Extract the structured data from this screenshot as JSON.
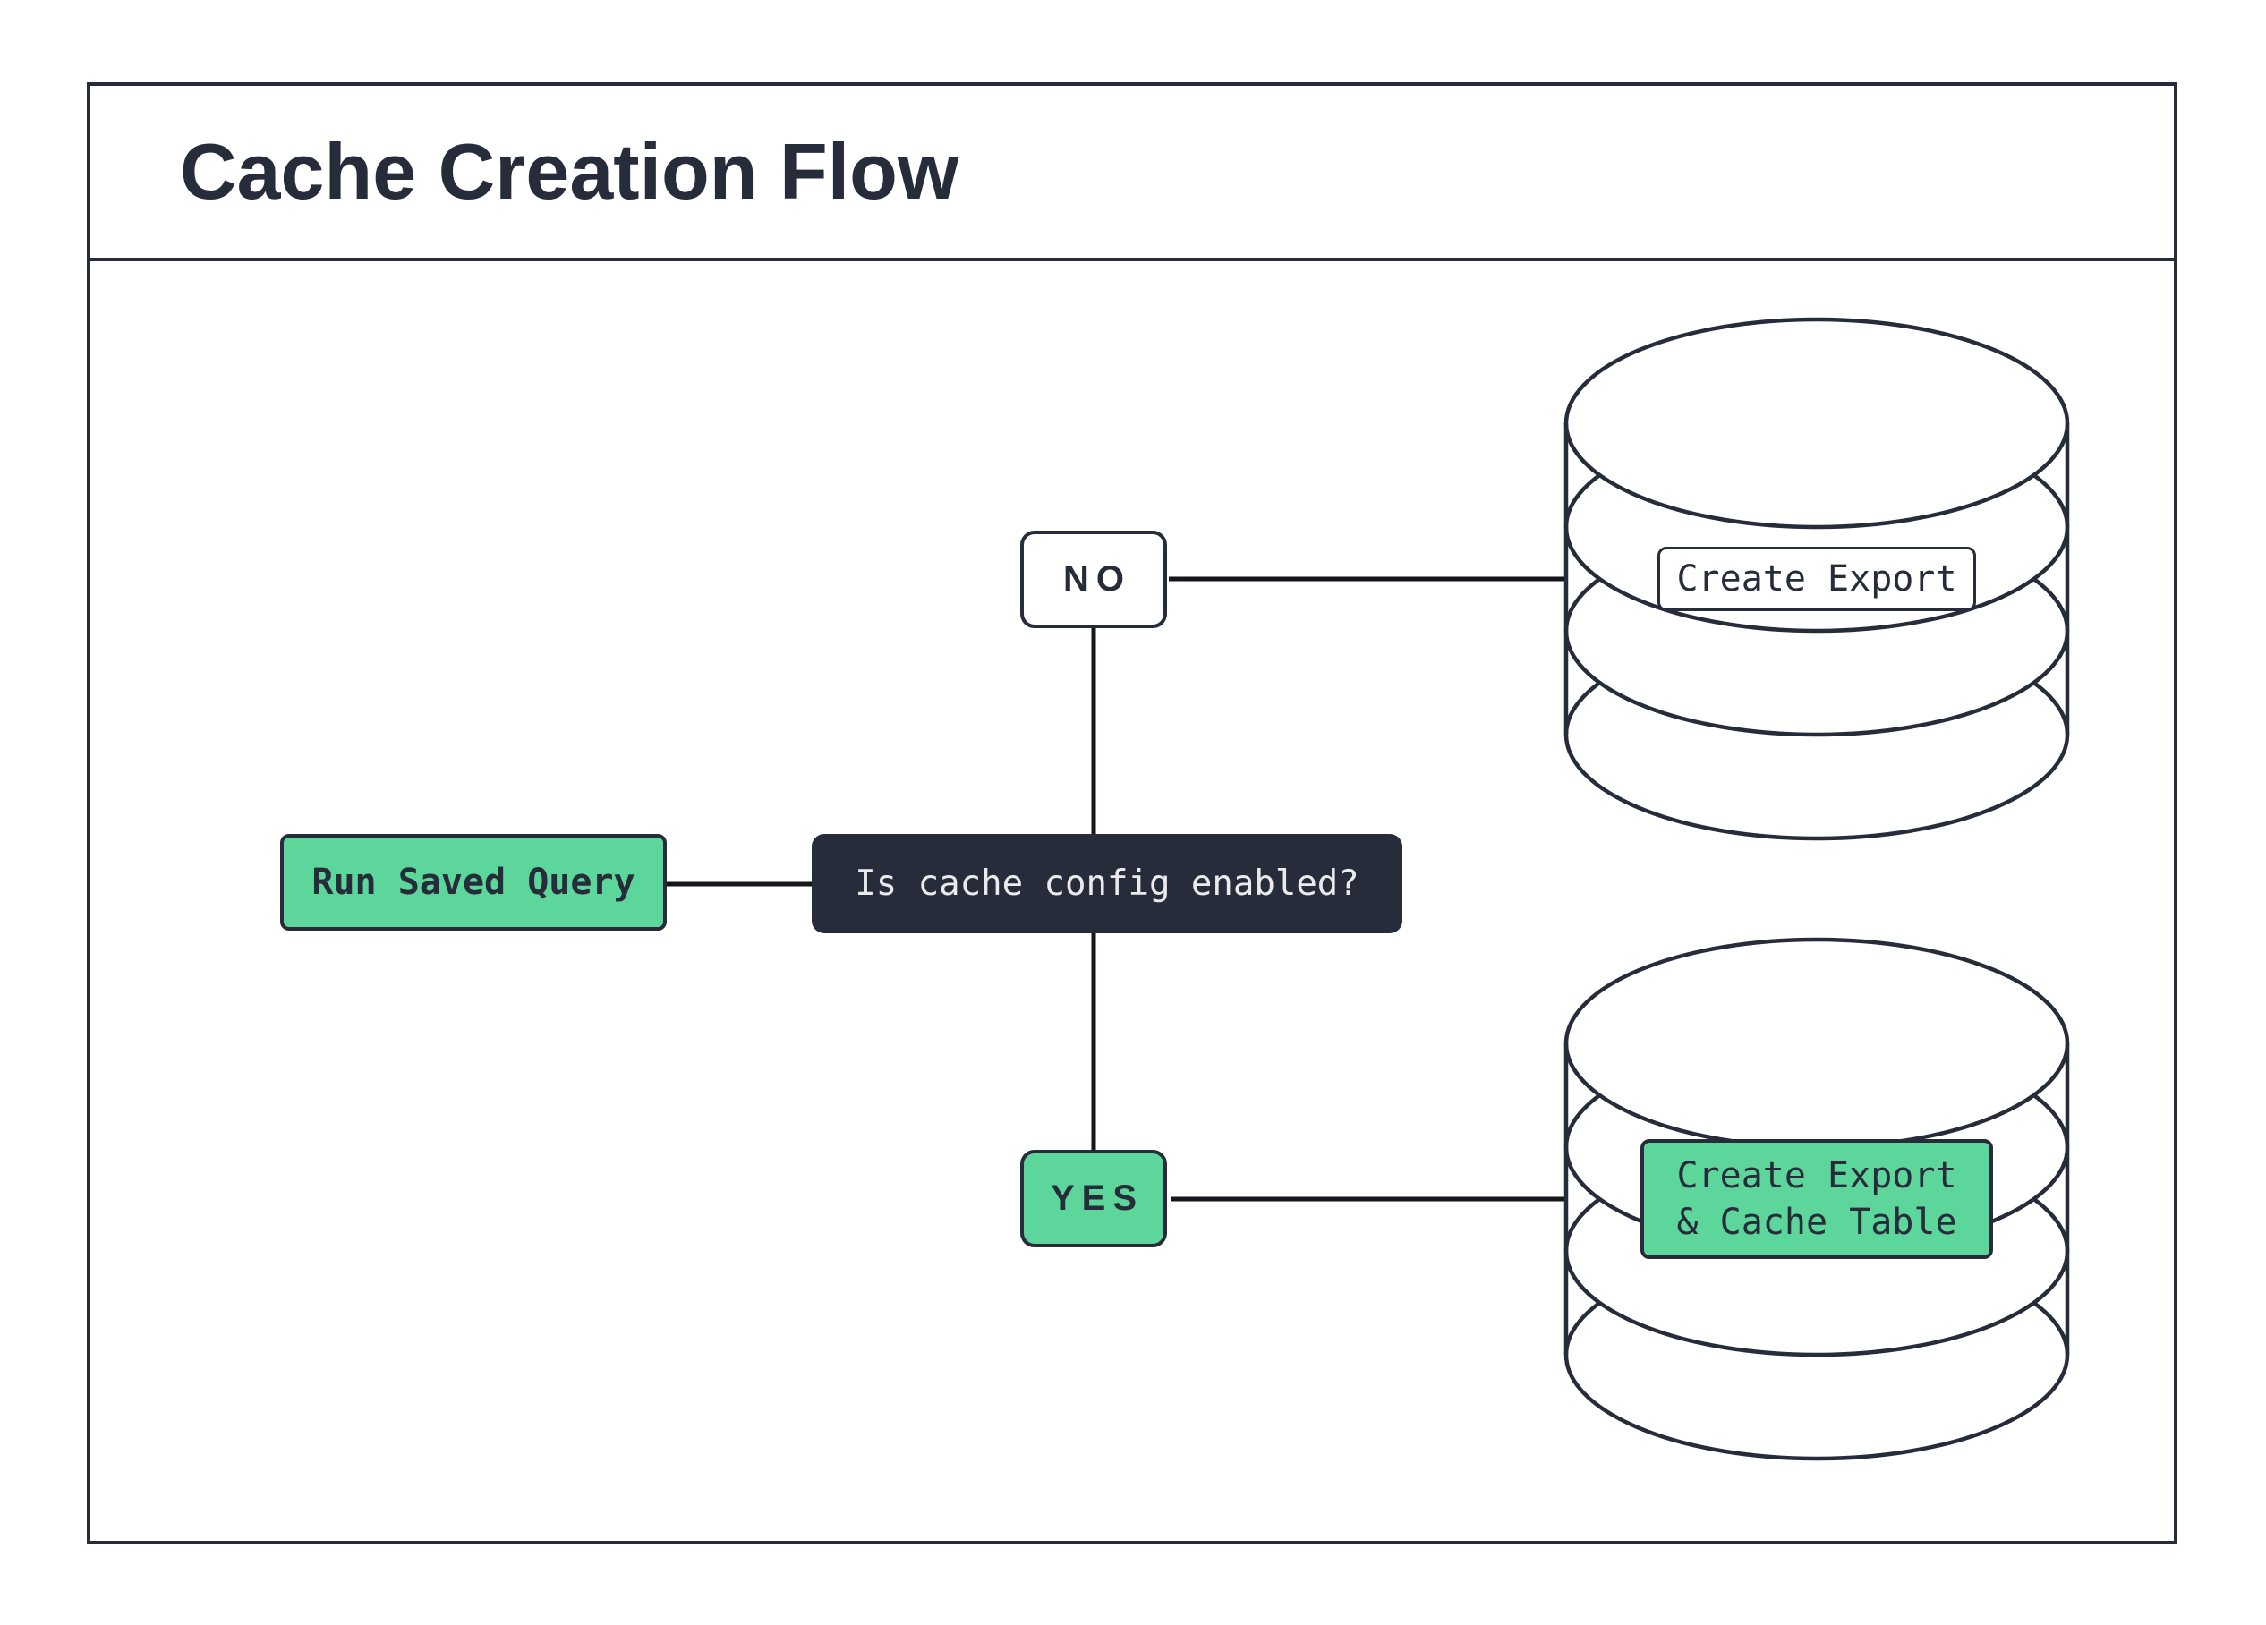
{
  "title": "Cache Creation Flow",
  "colors": {
    "ink": "#272c3a",
    "green": "#5dd69c",
    "line": "#14161c",
    "light_text": "#ebebee",
    "bg": "#ffffff"
  },
  "nodes": {
    "start": {
      "label": "Run Saved Query"
    },
    "question": {
      "label": "Is cache config enabled?"
    },
    "no_branch": {
      "label": "NO"
    },
    "yes_branch": {
      "label": "YES"
    },
    "export_label": {
      "label": "Create Export"
    },
    "export_cache_label": {
      "line1": "Create Export",
      "line2": "& Cache Table"
    }
  },
  "icons": {
    "top_database": "database-cylinder",
    "bottom_database": "database-cylinder"
  }
}
